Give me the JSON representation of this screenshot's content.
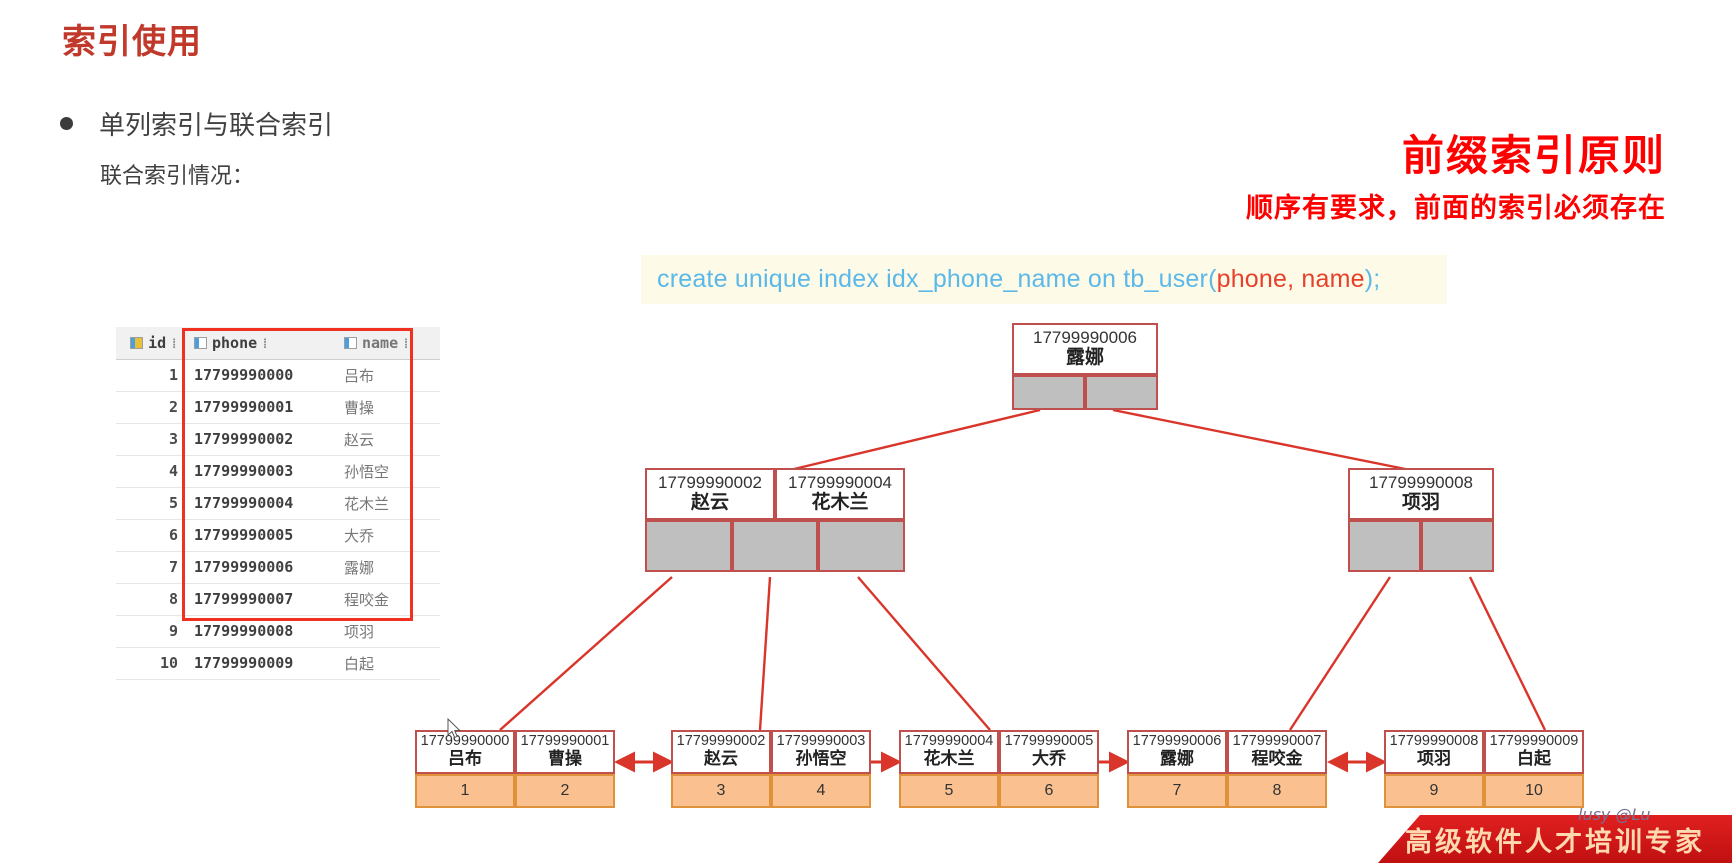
{
  "slide": {
    "title": "索引使用",
    "bullet": "单列索引与联合索引",
    "subnote": "联合索引情况："
  },
  "principle": {
    "title": "前缀索引原则",
    "subtitle": "顺序有要求，前面的索引必须存在",
    "color": "#ff0000"
  },
  "sql": {
    "prefix": "create unique index idx_phone_name on tb_user(",
    "highlight": "phone, name",
    "suffix": ");",
    "box_bg": "#fdfbe8",
    "text_color": "#5bb8e8",
    "highlight_color": "#e8412b"
  },
  "grid": {
    "columns": [
      {
        "label": "id",
        "icon": "primary-key-icon",
        "sortable": true
      },
      {
        "label": "phone",
        "icon": "column-icon",
        "sortable": true
      },
      {
        "label": "name",
        "icon": "column-icon",
        "sortable": true
      }
    ],
    "sort_glyph": "⁞",
    "rows": [
      {
        "id": "1",
        "phone": "17799990000",
        "name": "吕布"
      },
      {
        "id": "2",
        "phone": "17799990001",
        "name": "曹操"
      },
      {
        "id": "3",
        "phone": "17799990002",
        "name": "赵云"
      },
      {
        "id": "4",
        "phone": "17799990003",
        "name": "孙悟空"
      },
      {
        "id": "5",
        "phone": "17799990004",
        "name": "花木兰"
      },
      {
        "id": "6",
        "phone": "17799990005",
        "name": "大乔"
      },
      {
        "id": "7",
        "phone": "17799990006",
        "name": "露娜"
      },
      {
        "id": "8",
        "phone": "17799990007",
        "name": "程咬金"
      },
      {
        "id": "9",
        "phone": "17799990008",
        "name": "项羽"
      },
      {
        "id": "10",
        "phone": "17799990009",
        "name": "白起"
      }
    ],
    "highlight_color": "#f03020"
  },
  "tree": {
    "root": {
      "keys": [
        {
          "phone": "17799990006",
          "name": "露娜"
        }
      ],
      "pointers": 2
    },
    "internal": [
      {
        "keys": [
          {
            "phone": "17799990002",
            "name": "赵云"
          },
          {
            "phone": "17799990004",
            "name": "花木兰"
          }
        ],
        "pointers": 3
      },
      {
        "keys": [
          {
            "phone": "17799990008",
            "name": "项羽"
          }
        ],
        "pointers": 2
      }
    ],
    "leaves": [
      {
        "entries": [
          {
            "phone": "17799990000",
            "name": "吕布",
            "id": "1"
          },
          {
            "phone": "17799990001",
            "name": "曹操",
            "id": "2"
          }
        ]
      },
      {
        "entries": [
          {
            "phone": "17799990002",
            "name": "赵云",
            "id": "3"
          },
          {
            "phone": "17799990003",
            "name": "孙悟空",
            "id": "4"
          }
        ]
      },
      {
        "entries": [
          {
            "phone": "17799990004",
            "name": "花木兰",
            "id": "5"
          },
          {
            "phone": "17799990005",
            "name": "大乔",
            "id": "6"
          }
        ]
      },
      {
        "entries": [
          {
            "phone": "17799990006",
            "name": "露娜",
            "id": "7"
          },
          {
            "phone": "17799990007",
            "name": "程咬金",
            "id": "8"
          }
        ]
      },
      {
        "entries": [
          {
            "phone": "17799990008",
            "name": "项羽",
            "id": "9"
          },
          {
            "phone": "17799990009",
            "name": "白起",
            "id": "10"
          }
        ]
      }
    ],
    "line_color": "#d9352a",
    "node_border": "#c0504d",
    "pointer_fill": "#bfbfbf",
    "leaf_data_fill": "#fac090"
  },
  "banner": {
    "text": "高级软件人才培训专家",
    "color": "#d81f12"
  },
  "watermark": "lusy @Lu"
}
